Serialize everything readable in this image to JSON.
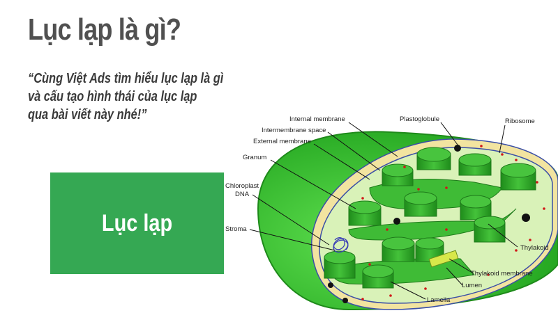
{
  "header": {
    "title": "Lục lạp là gì?",
    "quote_lines": [
      "“Cùng Việt Ads tìm hiểu lục lạp là gì",
      "và cấu tạo hình thái của lục lạp",
      "qua bài viết này nhé!”"
    ]
  },
  "card": {
    "label": "Lục lạp"
  },
  "diagram": {
    "labels": {
      "internal_membrane": "Internal membrane",
      "intermembrane_space": "Intermembrane space",
      "external_membrane": "External membrane",
      "granum": "Granum",
      "chloroplast_dna_1": "Chloroplast",
      "chloroplast_dna_2": "DNA",
      "stroma": "Stroma",
      "plastoglobule": "Plastoglobule",
      "ribosome": "Ribosome",
      "thylakoid": "Thylakoid",
      "thylakoid_membrane": "Thylakoid membrane",
      "lumen": "Lumen",
      "lamella": "Lamella"
    },
    "colors": {
      "outer_green": "#3cc83a",
      "membrane_cream": "#f2e4a0",
      "stroma_fill": "#d9f2b8",
      "granum_green": "#34b02e",
      "dark_green": "#1e7a1a",
      "lumen_yellow": "#d8e84a",
      "ribosome_red": "#d01818",
      "card_green": "#35a853",
      "title_gray": "#505050"
    }
  }
}
